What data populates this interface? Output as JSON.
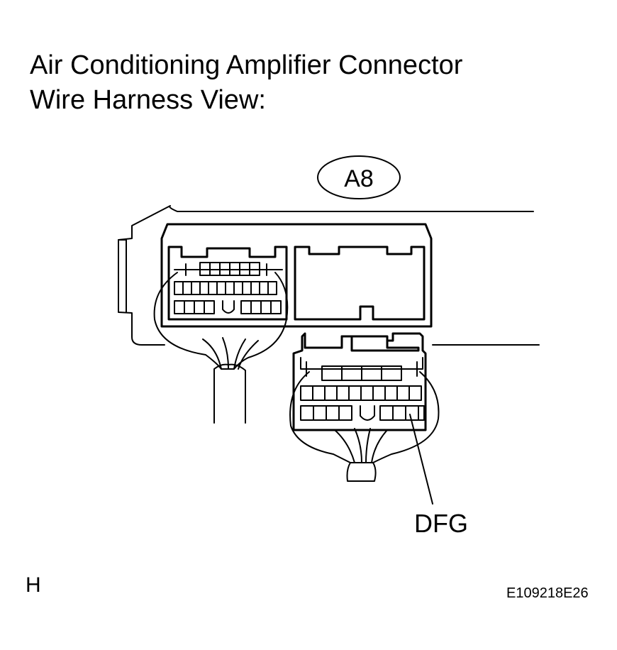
{
  "title": {
    "line1": "Air Conditioning Amplifier Connector",
    "line2": "Wire Harness View:"
  },
  "connector_id": "A8",
  "terminal_label": "DFG",
  "corner_letter": "H",
  "figure_code": "E109218E26"
}
